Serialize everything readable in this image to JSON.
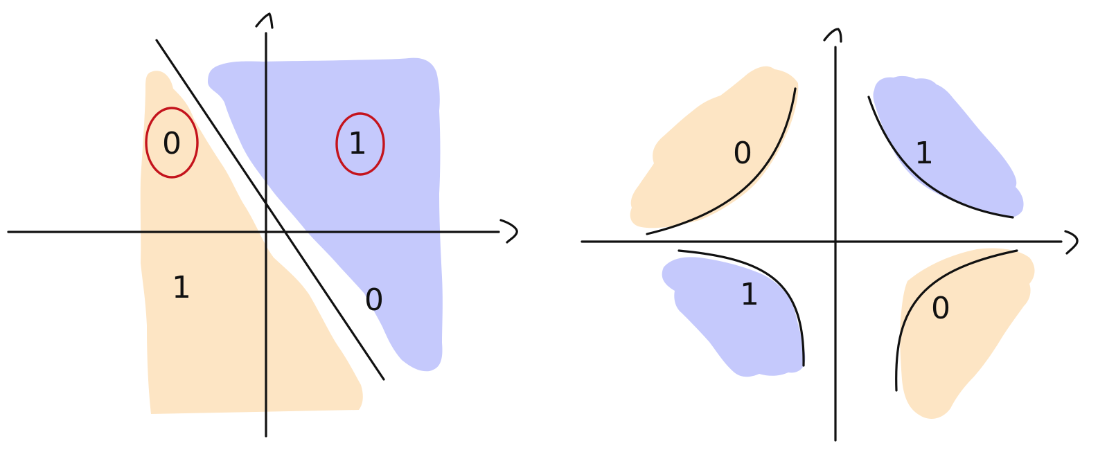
{
  "colors": {
    "class_0_region": "#fde5c4",
    "class_1_region": "#c5c9fc",
    "ink": "#111111",
    "highlight": "#c4131c"
  },
  "left_panel": {
    "labels": {
      "top_left": "0",
      "top_right": "1",
      "bottom_left": "1",
      "bottom_right": "0"
    },
    "circled_labels": [
      "top_left",
      "top_right"
    ]
  },
  "right_panel": {
    "labels": {
      "top_left": "0",
      "top_right": "1",
      "bottom_left": "1",
      "bottom_right": "0"
    }
  }
}
